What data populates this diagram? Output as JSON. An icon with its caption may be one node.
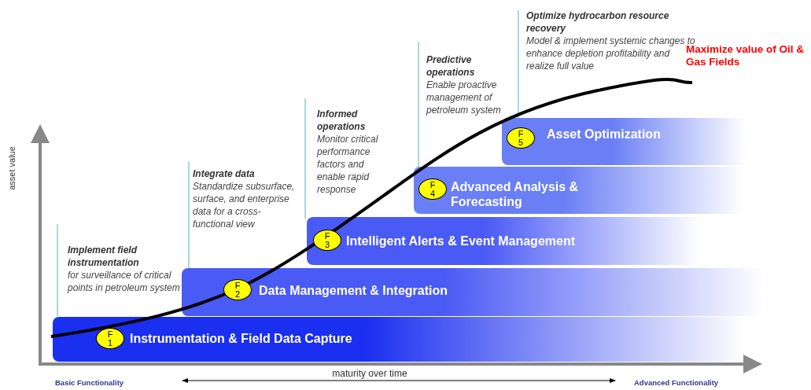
{
  "diagram": {
    "nodes": [
      {
        "text": [
          "Instrumentation & Field Data Capture"
        ]
      },
      {
        "text": [
          "F 1"
        ],
        "in": 0
      },
      {
        "text": [
          "Data Management & Integration"
        ]
      },
      {
        "text": [
          "F 2"
        ],
        "in": 2
      },
      {
        "text": [
          "Intelligent Alerts & Event Management"
        ]
      },
      {
        "text": [
          "F 3"
        ],
        "in": 4
      },
      {
        "text": [
          "Advanced Analysis & Forecasting"
        ]
      },
      {
        "text": [
          "F 4"
        ],
        "in": 6
      },
      {
        "text": [
          "Asset Optimization"
        ]
      },
      {
        "text": [
          "F 5"
        ],
        "in": 8
      }
    ],
    "labels": [
      "Implement field instrumentation",
      "for surveillance of critical points in petroleum system",
      "Integrate data",
      "Standardize subsurface, surface, and enterprise data for a cross-functional view",
      "Informed operations",
      "Monitor critical performance factors and enable rapid response",
      "Predictive operations",
      "Enable proactive management of petroleum system",
      "Optimize hydrocarbon resource recovery",
      "Model & implement systemic changes to enhance depletion profitability and realize full value",
      "Maximize value of Oil & Gas Fields",
      "asset value",
      "maturity over time",
      "Basic Functionality",
      "Advanced Functionality"
    ]
  }
}
